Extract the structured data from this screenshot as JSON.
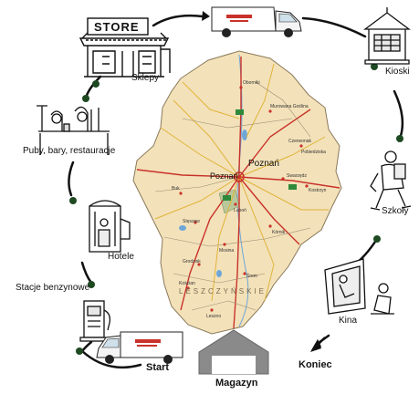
{
  "stops": {
    "sklepy": "Sklepy",
    "kioski": "Kioski",
    "puby": "Puby, bary, restauracje",
    "szkoly": "Szkoły",
    "hotele": "Hotele",
    "stacje": "Stacje benzynowe",
    "kina": "Kina"
  },
  "route": {
    "start": "Start",
    "koniec": "Koniec",
    "magazyn": "Magazyn"
  },
  "store_sign": "STORE",
  "map": {
    "city": "Poznań",
    "towns": [
      "Poznań",
      "Swarzędz",
      "Kostrzyn",
      "Luboń",
      "Mosina",
      "Kórnik",
      "Buk",
      "Stęszew",
      "Oborniki",
      "Murowana Goślina",
      "Czerwonak",
      "Pobiedziska",
      "Grodzisk",
      "Kościan",
      "Śrem",
      "Leszno"
    ],
    "region_label": "LESZCZYŃSKIE"
  },
  "colors": {
    "map_fill": "#f3e1b9",
    "map_edge": "#8a7a5a",
    "road_red": "#c8322a",
    "road_yellow": "#e0b43a",
    "water": "#6ea6d8",
    "route_dot": "#1e4a22"
  }
}
